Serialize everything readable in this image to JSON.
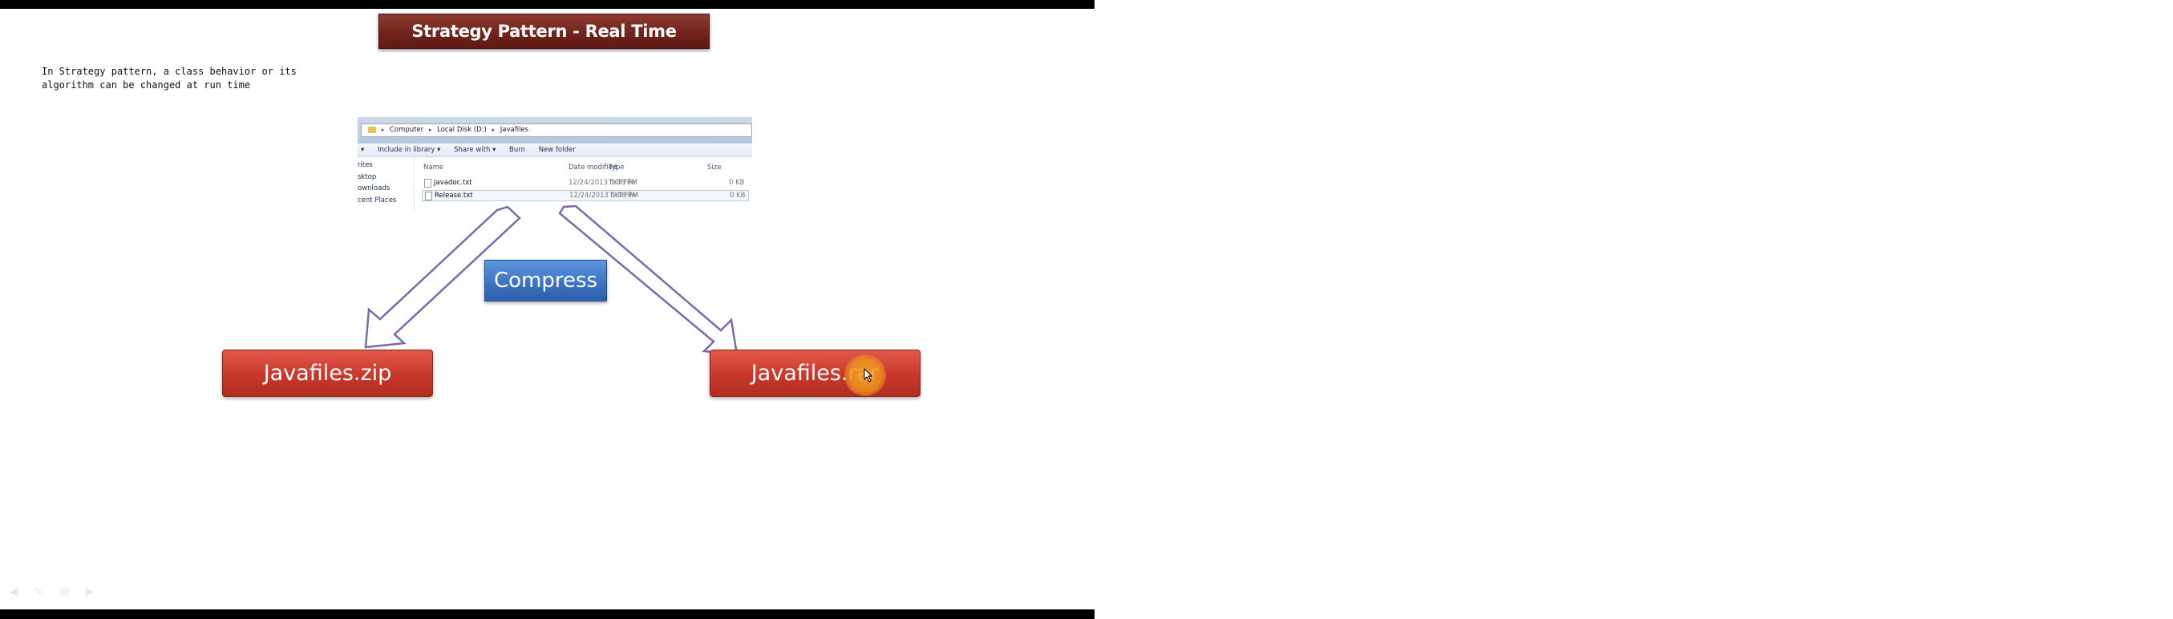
{
  "slide": {
    "title": "Strategy Pattern  - Real Time Example",
    "description_line1": "In Strategy pattern, a class behavior or its",
    "description_line2": "algorithm can be changed at run time"
  },
  "explorer": {
    "breadcrumb": [
      "Computer",
      "Local Disk (D:)",
      "Javafiles"
    ],
    "toolbar": [
      "Include in library ▾",
      "Share with ▾",
      "Burn",
      "New folder"
    ],
    "nav_items": [
      "rites",
      "sktop",
      "ownloads",
      "cent Places"
    ],
    "columns": {
      "name": "Name",
      "date": "Date modified",
      "type": "Type",
      "size": "Size"
    },
    "files": [
      {
        "name": "Javadoc.txt",
        "date": "12/24/2013 5:08 PM",
        "type": "TXT File",
        "size": "0 KB"
      },
      {
        "name": "Release.txt",
        "date": "12/24/2013 5:08 PM",
        "type": "TXT File",
        "size": "0 KB"
      }
    ]
  },
  "diagram": {
    "center_label": "Compress",
    "left_output": "Javafiles.zip",
    "right_output": "Javafiles.rar"
  },
  "colors": {
    "title_bg": "#6f221b",
    "compress_bg": "#3e74c4",
    "output_bg": "#c8382b",
    "arrow_stroke": "#7e68ad",
    "cursor_halo": "#ef9a25"
  },
  "icons": [
    "folder-icon",
    "file-icon",
    "cursor-icon",
    "back-icon",
    "pen-icon",
    "slides-icon",
    "forward-icon"
  ]
}
